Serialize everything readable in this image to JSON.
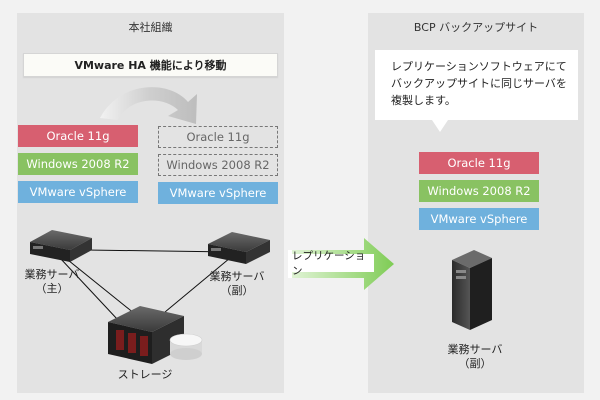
{
  "hq": {
    "title": "本社組織",
    "banner": "VMware HA 機能により移動",
    "primary_stack": {
      "oracle": "Oracle 11g",
      "windows": "Windows 2008 R2",
      "vmware": "VMware vSphere"
    },
    "secondary_stack": {
      "oracle": "Oracle 11g",
      "windows": "Windows 2008 R2",
      "vmware": "VMware vSphere"
    },
    "server_primary": [
      "業務サーバ",
      "（主）"
    ],
    "server_secondary": [
      "業務サーバ",
      "（副）"
    ],
    "storage": "ストレージ"
  },
  "replication": {
    "label": "レプリケーション"
  },
  "bcp": {
    "title": "BCP バックアップサイト",
    "callout": [
      "レプリケーションソフトウェアにて",
      "バックアップサイトに同じサーバを",
      "複製します。"
    ],
    "stack": {
      "oracle": "Oracle 11g",
      "windows": "Windows 2008 R2",
      "vmware": "VMware vSphere"
    },
    "server": [
      "業務サーバ",
      "（副）"
    ]
  },
  "colors": {
    "oracle": "#d75f70",
    "windows": "#89c262",
    "vmware": "#6fb1dd",
    "panel": "#e3e3e3",
    "arrow": "#8ed36a"
  }
}
